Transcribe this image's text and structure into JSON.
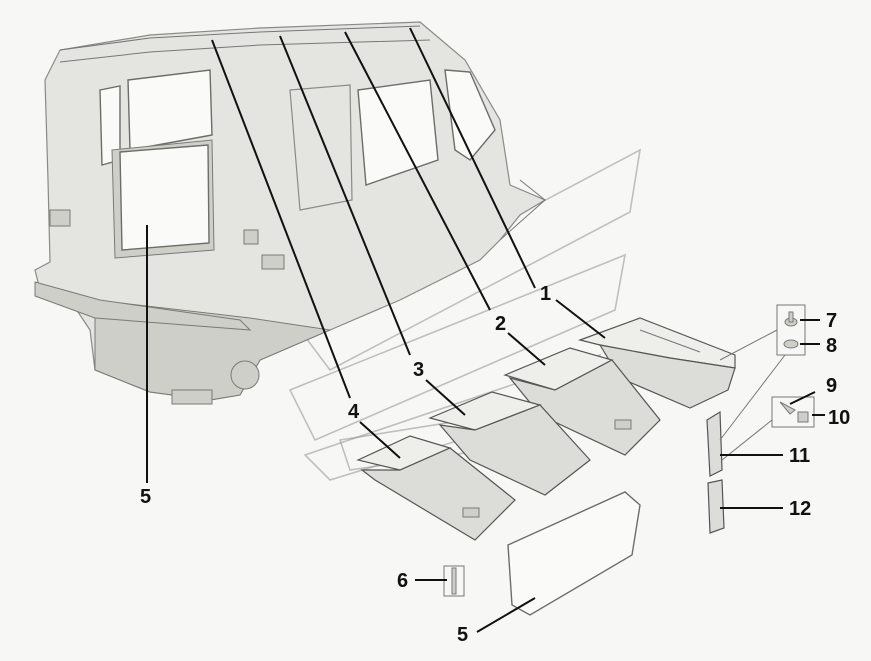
{
  "diagram": {
    "callouts": [
      {
        "id": "c1",
        "label": "1"
      },
      {
        "id": "c2",
        "label": "2"
      },
      {
        "id": "c3",
        "label": "3"
      },
      {
        "id": "c4",
        "label": "4"
      },
      {
        "id": "c5a",
        "label": "5"
      },
      {
        "id": "c5b",
        "label": "5"
      },
      {
        "id": "c6",
        "label": "6"
      },
      {
        "id": "c7",
        "label": "7"
      },
      {
        "id": "c8",
        "label": "8"
      },
      {
        "id": "c9",
        "label": "9"
      },
      {
        "id": "c10",
        "label": "10"
      },
      {
        "id": "c11",
        "label": "11"
      },
      {
        "id": "c12",
        "label": "12"
      }
    ]
  }
}
